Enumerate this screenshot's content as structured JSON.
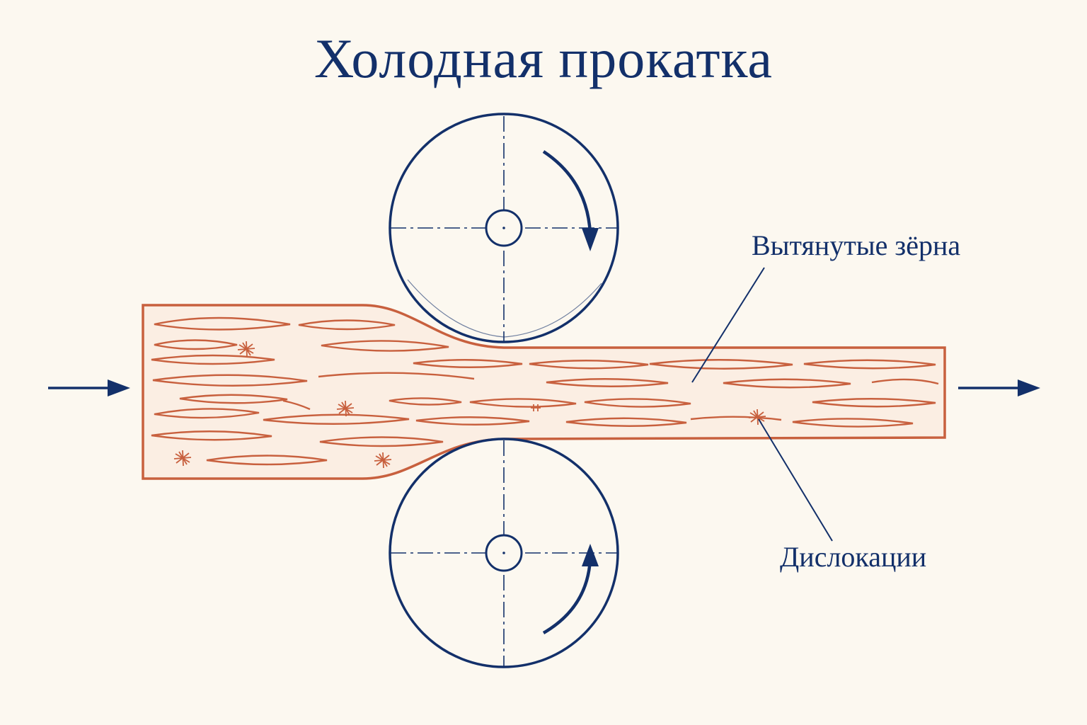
{
  "title": "Холодная прокатка",
  "labels": {
    "grains": "Вытянутые зёрна",
    "dislocations": "Дислокации"
  },
  "colors": {
    "background": "#fcf8f0",
    "roller": "#13306a",
    "metal": "#c8603e",
    "text": "#13306a"
  },
  "icons": {
    "feed_in": "arrow-right-icon",
    "feed_out": "arrow-right-icon",
    "top_roll_rotation": "clockwise-arrow-icon",
    "bottom_roll_rotation": "counterclockwise-arrow-icon"
  }
}
